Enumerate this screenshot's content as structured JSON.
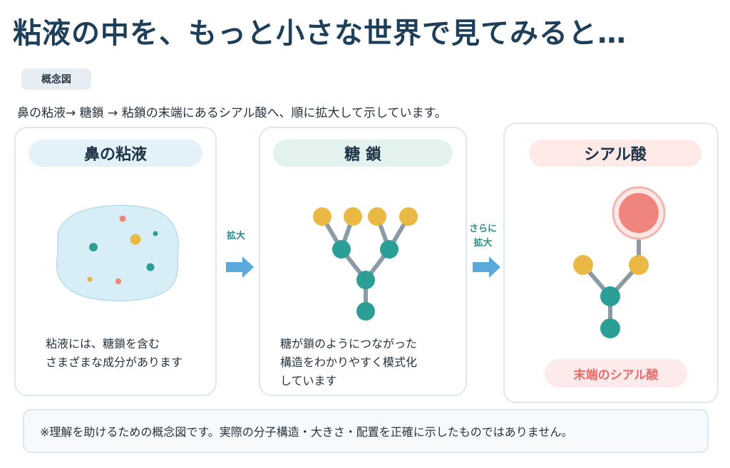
{
  "title": "粘液の中を、もっと小さな世界で見てみると…",
  "tag": "概念図",
  "lead": "鼻の粘液→ 糖鎖 → 粘鎖の末端にあるシアル酸へ、順に拡大して示しています。",
  "panels": [
    {
      "heading": "鼻の粘液",
      "desc_lines": [
        "粘液には、糖鎖を含む",
        "さまざまな成分があります"
      ]
    },
    {
      "heading": "糖 鎖",
      "desc_lines": [
        "糖が鎖のようにつながった",
        "構造をわかりやすく模式化",
        "しています"
      ]
    },
    {
      "heading": "シアル酸",
      "end_label": "末端のシアル酸"
    }
  ],
  "arrows": [
    {
      "lines": [
        "拡大"
      ]
    },
    {
      "lines": [
        "さらに",
        "拡大"
      ]
    }
  ],
  "note": "※理解を助けるための概念図です。実際の分子構造・大きさ・配置を正確に示したものではありません。",
  "colors": {
    "teal": "#2b9e96",
    "yellow": "#eab844",
    "red": "#ee847b",
    "arrow": "#5aa9dc",
    "link": "#8a9aa6",
    "blob": "#d7eef6"
  }
}
